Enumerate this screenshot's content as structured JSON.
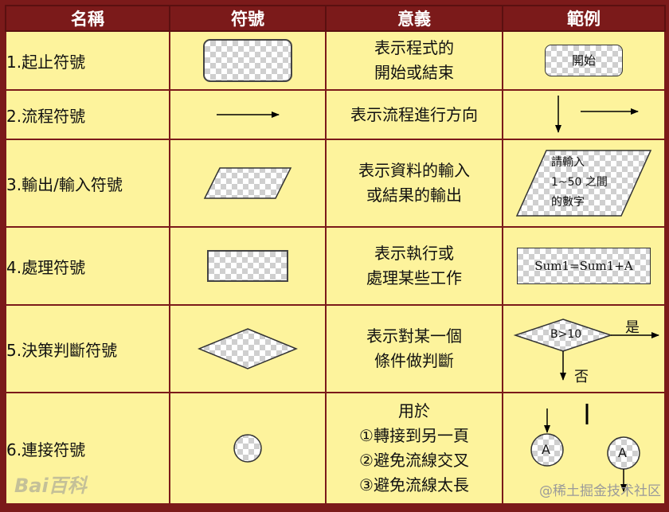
{
  "headers": {
    "name": "名稱",
    "symbol": "符號",
    "meaning": "意義",
    "example": "範例"
  },
  "rows": [
    {
      "name": "1.起止符號",
      "meaning": [
        "表示程式的",
        "開始或結束"
      ],
      "example_text": "開始"
    },
    {
      "name": "2.流程符號",
      "meaning": [
        "表示流程進行方向"
      ]
    },
    {
      "name": "3.輸出/輸入符號",
      "meaning": [
        "表示資料的輸入",
        "或結果的輸出"
      ],
      "example_lines": [
        "請輸入",
        "1~50 之間",
        "的數字"
      ]
    },
    {
      "name": "4.處理符號",
      "meaning": [
        "表示執行或",
        "處理某些工作"
      ],
      "example_text": "Sum1=Sum1+A"
    },
    {
      "name": "5.決策判斷符號",
      "meaning": [
        "表示對某一個",
        "條件做判斷"
      ],
      "example_condition": "B>10",
      "example_yes": "是",
      "example_no": "否"
    },
    {
      "name": "6.連接符號",
      "meaning": [
        "用於",
        "①轉接到另一頁",
        "②避免流線交叉",
        "③避免流線太長"
      ],
      "example_connector": "A"
    }
  ],
  "watermark_left": "Bai百科",
  "watermark_right": "@稀土掘金技术社区",
  "colors": {
    "header_bg": "#7b1a1a",
    "cell_bg": "#fdf39c"
  }
}
